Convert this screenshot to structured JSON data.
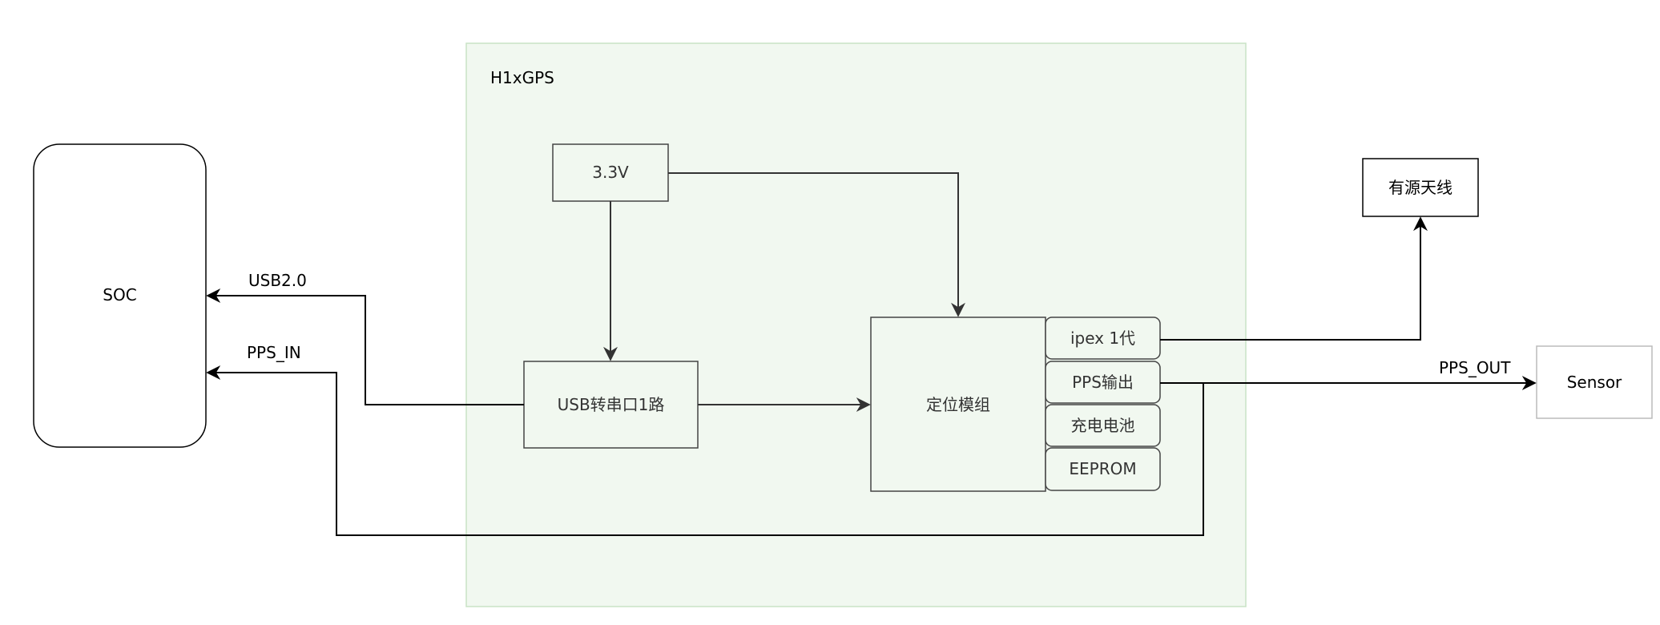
{
  "group": {
    "title": "H1xGPS"
  },
  "nodes": {
    "soc": "SOC",
    "power": "3.3V",
    "usb_uart": "USB转串口1路",
    "gnss_module": "定位模组",
    "ipex": "ipex 1代",
    "pps_out_port": "PPS输出",
    "battery": "充电电池",
    "eeprom": "EEPROM",
    "antenna": "有源天线",
    "sensor": "Sensor"
  },
  "edges": {
    "usb": "USB2.0",
    "pps_in": "PPS_IN",
    "pps_out": "PPS_OUT"
  }
}
